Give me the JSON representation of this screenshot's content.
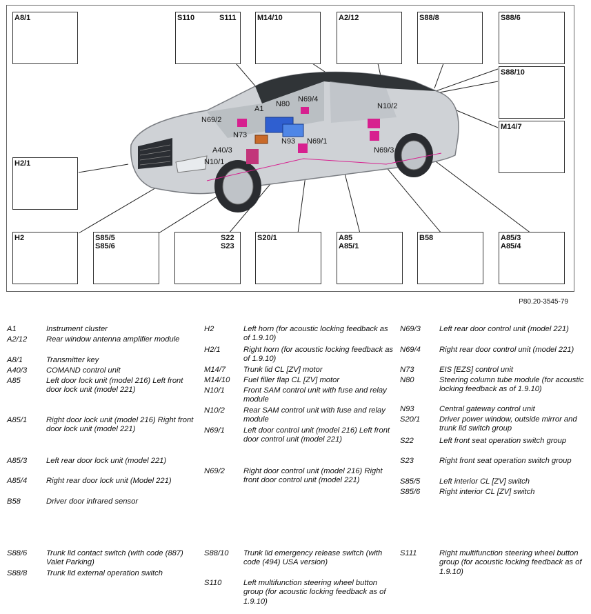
{
  "figure_code": "P80.20-3545-79",
  "tiles": {
    "a8_1": "A8/1",
    "s110": "S110",
    "s111": "S111",
    "m14_10": "M14/10",
    "a2_12": "A2/12",
    "s88_8": "S88/8",
    "s88_6": "S88/6",
    "s88_10": "S88/10",
    "m14_7": "M14/7",
    "h2_1": "H2/1",
    "h2": "H2",
    "s85": "S85/5\nS85/6",
    "s22": "S22\nS23",
    "s20_1": "S20/1",
    "a85": "A85\nA85/1",
    "b58": "B58",
    "a85_3": "A85/3\nA85/4"
  },
  "callouts": {
    "a1": "A1",
    "n80": "N80",
    "n69_4": "N69/4",
    "n10_2": "N10/2",
    "n69_2": "N69/2",
    "n73": "N73",
    "n93": "N93",
    "n69_1": "N69/1",
    "a40_3": "A40/3",
    "n10_1": "N10/1",
    "n69_3": "N69/3"
  },
  "legend": [
    {
      "code": "A1",
      "desc": "Instrument cluster"
    },
    {
      "code": "A2/12",
      "desc": "Rear window antenna amplifier module"
    },
    {
      "code": "A8/1",
      "desc": "Transmitter key"
    },
    {
      "code": "A40/3",
      "desc": "COMAND control unit"
    },
    {
      "code": "A85",
      "desc": "Left door lock unit (model 216) Left front door lock unit (model 221)"
    },
    {
      "code": "A85/1",
      "desc": "Right door lock unit (model 216) Right front door lock unit (model 221)"
    },
    {
      "code": "A85/3",
      "desc": "Left rear door lock unit (model 221)"
    },
    {
      "code": "A85/4",
      "desc": "Right rear door lock unit (Model 221)"
    },
    {
      "code": "B58",
      "desc": "Driver door infrared sensor"
    },
    {
      "code": "H2",
      "desc": "Left horn (for acoustic locking feedback as of 1.9.10)"
    },
    {
      "code": "H2/1",
      "desc": "Right horn (for acoustic locking feedback as of 1.9.10)"
    },
    {
      "code": "M14/7",
      "desc": "Trunk lid CL [ZV] motor"
    },
    {
      "code": "M14/10",
      "desc": "Fuel filler flap CL [ZV] motor"
    },
    {
      "code": "N10/1",
      "desc": "Front SAM control unit with fuse and relay module"
    },
    {
      "code": "N10/2",
      "desc": "Rear SAM control unit with fuse and relay module"
    },
    {
      "code": "N69/1",
      "desc": "Left door control unit (model 216) Left front door control unit (model 221)"
    },
    {
      "code": "N69/2",
      "desc": "Right door control unit (model 216) Right front door control unit (model 221)"
    },
    {
      "code": "N69/3",
      "desc": "Left rear door control unit (model 221)"
    },
    {
      "code": "N69/4",
      "desc": "Right rear door control unit (model 221)"
    },
    {
      "code": "N73",
      "desc": "EIS [EZS] control unit"
    },
    {
      "code": "N80",
      "desc": "Steering column tube module (for acoustic locking feedback as of 1.9.10)"
    },
    {
      "code": "N93",
      "desc": "Central gateway control unit"
    },
    {
      "code": "S20/1",
      "desc": "Driver power window, outside mirror and trunk lid switch group"
    },
    {
      "code": "S22",
      "desc": "Left front seat operation switch group"
    },
    {
      "code": "S23",
      "desc": "Right front seat operation switch group"
    },
    {
      "code": "S85/5",
      "desc": "Left interior CL [ZV] switch"
    },
    {
      "code": "S85/6",
      "desc": "Right interior CL [ZV] switch"
    },
    {
      "code": "S88/6",
      "desc": "Trunk lid contact switch (with code (887) Valet Parking)"
    },
    {
      "code": "S88/8",
      "desc": "Trunk lid external operation switch"
    },
    {
      "code": "S88/10",
      "desc": "Trunk lid emergency release switch (with code (494) USA version)"
    },
    {
      "code": "S110",
      "desc": "Left multifunction steering wheel button group (for acoustic locking feedback as of 1.9.10)"
    },
    {
      "code": "S111",
      "desc": "Right multifunction steering wheel button group (for acoustic locking feedback as of 1.9.10)"
    }
  ]
}
